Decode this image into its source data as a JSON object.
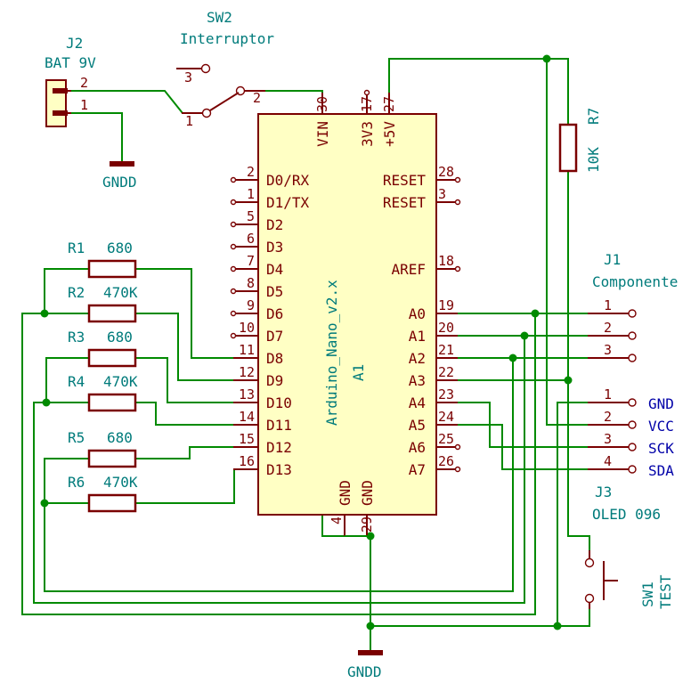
{
  "colors": {
    "component": "#7a0000",
    "wire": "#008a00",
    "reference": "#007b7b",
    "body_fill": "#ffffc4",
    "net_label": "#0000a8"
  },
  "sw2": {
    "ref": "SW2",
    "value": "Interruptor",
    "pins": [
      "3",
      "2",
      "1"
    ]
  },
  "j2": {
    "ref": "J2",
    "value": "BAT 9V",
    "pins": [
      "2",
      "1"
    ]
  },
  "gnd_top": {
    "label": "GNDD"
  },
  "gnd_bottom": {
    "label": "GNDD"
  },
  "a1": {
    "ref": "A1",
    "value": "Arduino_Nano_v2.x",
    "top_pins": [
      {
        "num": "30",
        "name": "VIN"
      },
      {
        "num": "17",
        "name": "3V3"
      },
      {
        "num": "27",
        "name": "+5V"
      }
    ],
    "left_pins": [
      {
        "num": "2",
        "name": "D0/RX"
      },
      {
        "num": "1",
        "name": "D1/TX"
      },
      {
        "num": "5",
        "name": "D2"
      },
      {
        "num": "6",
        "name": "D3"
      },
      {
        "num": "7",
        "name": "D4"
      },
      {
        "num": "8",
        "name": "D5"
      },
      {
        "num": "9",
        "name": "D6"
      },
      {
        "num": "10",
        "name": "D7"
      },
      {
        "num": "11",
        "name": "D8"
      },
      {
        "num": "12",
        "name": "D9"
      },
      {
        "num": "13",
        "name": "D10"
      },
      {
        "num": "14",
        "name": "D11"
      },
      {
        "num": "15",
        "name": "D12"
      },
      {
        "num": "16",
        "name": "D13"
      }
    ],
    "right_pins": [
      {
        "num": "28",
        "name": "RESET"
      },
      {
        "num": "3",
        "name": "RESET"
      },
      {
        "num": "18",
        "name": "AREF"
      },
      {
        "num": "19",
        "name": "A0"
      },
      {
        "num": "20",
        "name": "A1"
      },
      {
        "num": "21",
        "name": "A2"
      },
      {
        "num": "22",
        "name": "A3"
      },
      {
        "num": "23",
        "name": "A4"
      },
      {
        "num": "24",
        "name": "A5"
      },
      {
        "num": "25",
        "name": "A6"
      },
      {
        "num": "26",
        "name": "A7"
      }
    ],
    "bottom_pins": [
      {
        "num": "4",
        "name": "GND"
      },
      {
        "num": "29",
        "name": "GND"
      }
    ]
  },
  "resistors": [
    {
      "ref": "R1",
      "value": "680"
    },
    {
      "ref": "R2",
      "value": "470K"
    },
    {
      "ref": "R3",
      "value": "680"
    },
    {
      "ref": "R4",
      "value": "470K"
    },
    {
      "ref": "R5",
      "value": "680"
    },
    {
      "ref": "R6",
      "value": "470K"
    }
  ],
  "r7": {
    "ref": "R7",
    "value": "10K"
  },
  "j1": {
    "ref": "J1",
    "value": "Componente",
    "pins": [
      "1",
      "2",
      "3"
    ]
  },
  "j3": {
    "ref": "J3",
    "value": "OLED 096",
    "pins": [
      {
        "num": "1",
        "signal": "GND"
      },
      {
        "num": "2",
        "signal": "VCC"
      },
      {
        "num": "3",
        "signal": "SCK"
      },
      {
        "num": "4",
        "signal": "SDA"
      }
    ]
  },
  "sw1": {
    "ref": "SW1",
    "value": "TEST"
  }
}
